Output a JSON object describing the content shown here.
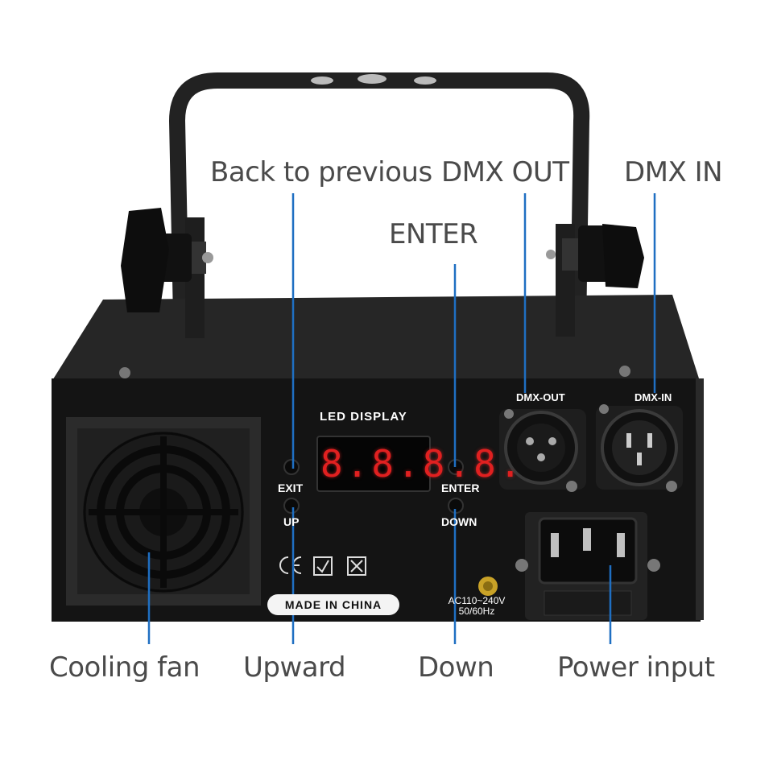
{
  "callouts": {
    "back_to_previous": "Back to previous",
    "dmx_out": "DMX OUT",
    "dmx_in": "DMX IN",
    "enter": "ENTER",
    "cooling_fan": "Cooling fan",
    "upward": "Upward",
    "down": "Down",
    "power_input": "Power input"
  },
  "panel": {
    "led_display_label": "LED DISPLAY",
    "display_value": "8.8.8.8.",
    "exit": "EXIT",
    "up": "UP",
    "enter": "ENTER",
    "down": "DOWN",
    "dmx_out": "DMX-OUT",
    "dmx_in": "DMX-IN",
    "made_in": "MADE IN CHINA",
    "ac_line1": "AC110~240V",
    "ac_line2": "50/60Hz"
  },
  "colors": {
    "leader_line": "#1f6fc2",
    "callout_text": "#4a4a4a",
    "chassis": "#1a1a1a",
    "display_red": "#e02020"
  }
}
